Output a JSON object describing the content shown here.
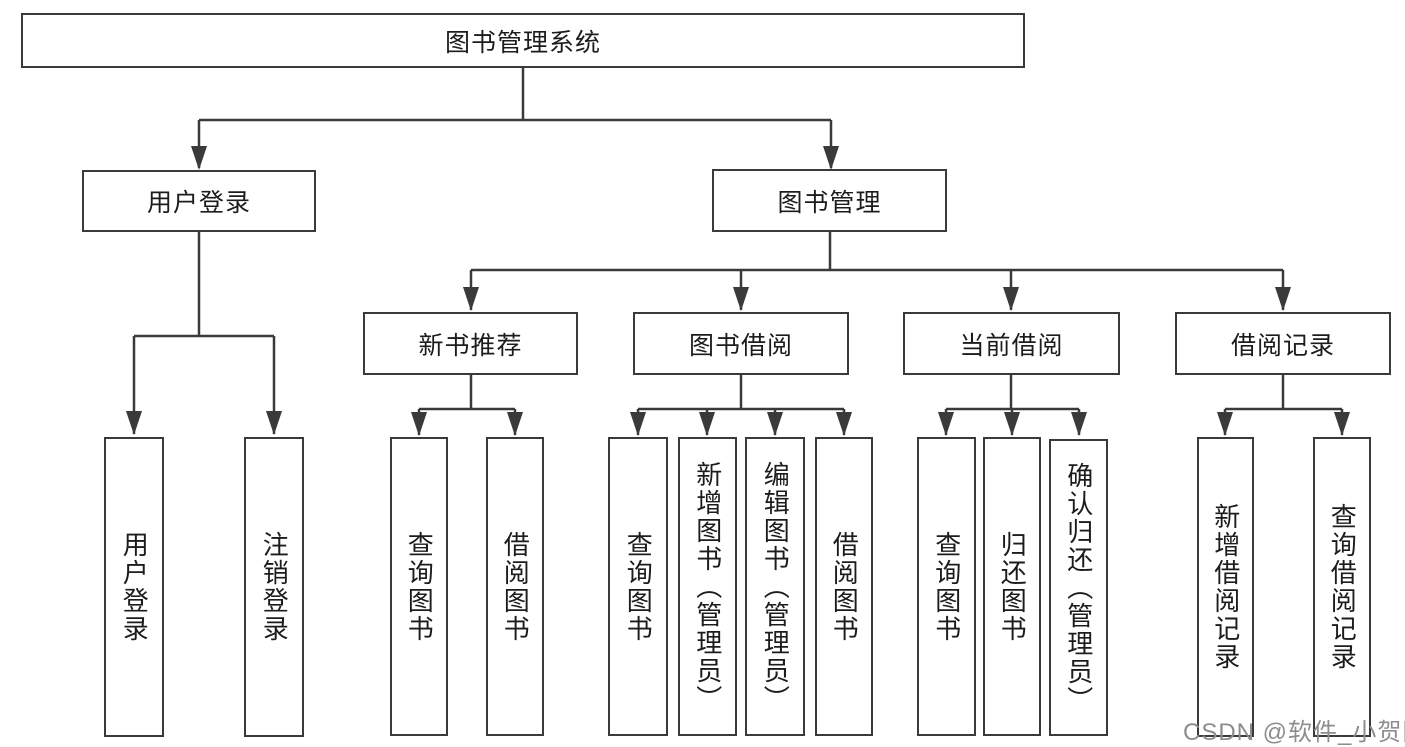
{
  "diagram": {
    "root": {
      "label": "图书管理系统"
    },
    "branches": [
      {
        "label": "用户登录",
        "children": [
          {
            "label": "用户登录"
          },
          {
            "label": "注销登录"
          }
        ]
      },
      {
        "label": "图书管理",
        "children": [
          {
            "label": "新书推荐",
            "children": [
              {
                "label": "查询图书"
              },
              {
                "label": "借阅图书"
              }
            ]
          },
          {
            "label": "图书借阅",
            "children": [
              {
                "label": "查询图书"
              },
              {
                "label": "新增图书（管理员）"
              },
              {
                "label": "编辑图书（管理员）"
              },
              {
                "label": "借阅图书"
              }
            ]
          },
          {
            "label": "当前借阅",
            "children": [
              {
                "label": "查询图书"
              },
              {
                "label": "归还图书"
              },
              {
                "label": "确认归还（管理员）"
              }
            ]
          },
          {
            "label": "借阅记录",
            "children": [
              {
                "label": "新增借阅记录"
              },
              {
                "label": "查询借阅记录"
              }
            ]
          }
        ]
      }
    ]
  },
  "watermark": {
    "text": "CSDN @软件_小贺同学"
  },
  "colors": {
    "line": "#3a3a3a",
    "text": "#1c1c1c",
    "watermark": "#8d8d8d",
    "background": "#ffffff"
  }
}
